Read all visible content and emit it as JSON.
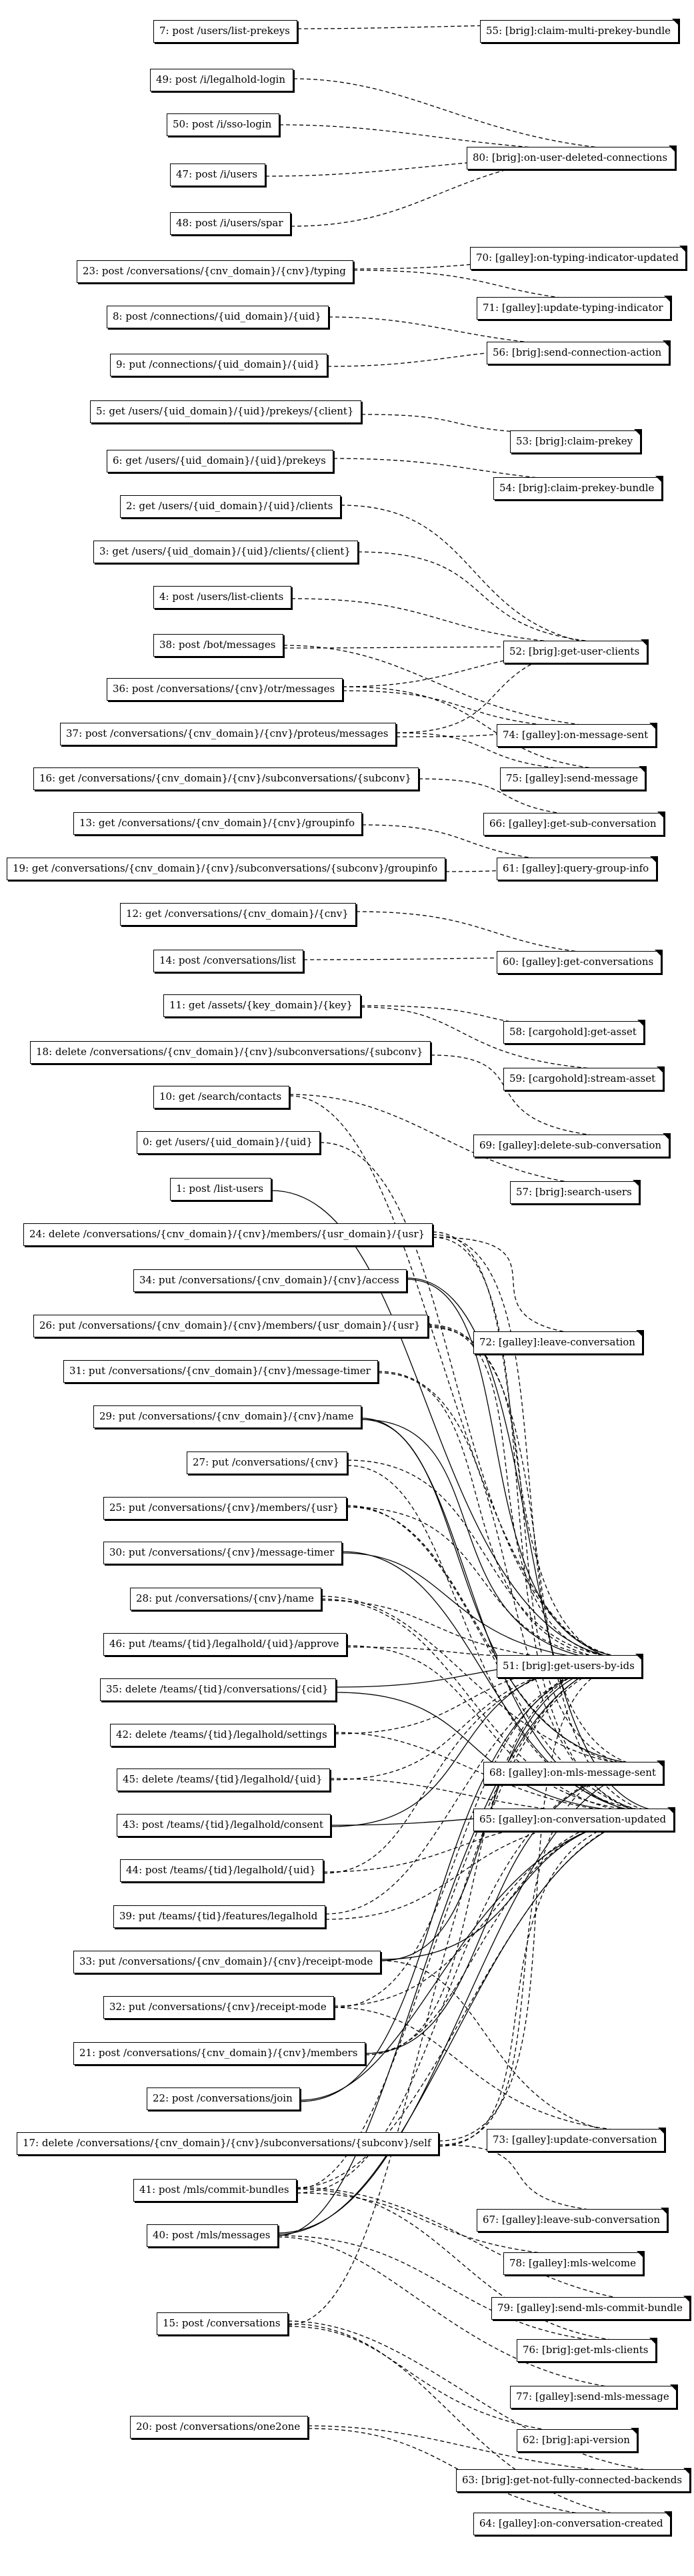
{
  "left_nodes": [
    {
      "id": 7,
      "label": "7: post /users/list-prekeys"
    },
    {
      "id": 49,
      "label": "49: post /i/legalhold-login"
    },
    {
      "id": 50,
      "label": "50: post /i/sso-login"
    },
    {
      "id": 47,
      "label": "47: post /i/users"
    },
    {
      "id": 48,
      "label": "48: post /i/users/spar"
    },
    {
      "id": 23,
      "label": "23: post /conversations/{cnv_domain}/{cnv}/typing"
    },
    {
      "id": 8,
      "label": "8: post /connections/{uid_domain}/{uid}"
    },
    {
      "id": 9,
      "label": "9: put /connections/{uid_domain}/{uid}"
    },
    {
      "id": 5,
      "label": "5: get /users/{uid_domain}/{uid}/prekeys/{client}"
    },
    {
      "id": 6,
      "label": "6: get /users/{uid_domain}/{uid}/prekeys"
    },
    {
      "id": 2,
      "label": "2: get /users/{uid_domain}/{uid}/clients"
    },
    {
      "id": 3,
      "label": "3: get /users/{uid_domain}/{uid}/clients/{client}"
    },
    {
      "id": 4,
      "label": "4: post /users/list-clients"
    },
    {
      "id": 38,
      "label": "38: post /bot/messages"
    },
    {
      "id": 36,
      "label": "36: post /conversations/{cnv}/otr/messages"
    },
    {
      "id": 37,
      "label": "37: post /conversations/{cnv_domain}/{cnv}/proteus/messages"
    },
    {
      "id": 16,
      "label": "16: get /conversations/{cnv_domain}/{cnv}/subconversations/{subconv}"
    },
    {
      "id": 13,
      "label": "13: get /conversations/{cnv_domain}/{cnv}/groupinfo"
    },
    {
      "id": 19,
      "label": "19: get /conversations/{cnv_domain}/{cnv}/subconversations/{subconv}/groupinfo"
    },
    {
      "id": 12,
      "label": "12: get /conversations/{cnv_domain}/{cnv}"
    },
    {
      "id": 14,
      "label": "14: post /conversations/list"
    },
    {
      "id": 11,
      "label": "11: get /assets/{key_domain}/{key}"
    },
    {
      "id": 18,
      "label": "18: delete /conversations/{cnv_domain}/{cnv}/subconversations/{subconv}"
    },
    {
      "id": 10,
      "label": "10: get /search/contacts"
    },
    {
      "id": 0,
      "label": "0: get /users/{uid_domain}/{uid}"
    },
    {
      "id": 1,
      "label": "1: post /list-users"
    },
    {
      "id": 24,
      "label": "24: delete /conversations/{cnv_domain}/{cnv}/members/{usr_domain}/{usr}"
    },
    {
      "id": 34,
      "label": "34: put /conversations/{cnv_domain}/{cnv}/access"
    },
    {
      "id": 26,
      "label": "26: put /conversations/{cnv_domain}/{cnv}/members/{usr_domain}/{usr}"
    },
    {
      "id": 31,
      "label": "31: put /conversations/{cnv_domain}/{cnv}/message-timer"
    },
    {
      "id": 29,
      "label": "29: put /conversations/{cnv_domain}/{cnv}/name"
    },
    {
      "id": 27,
      "label": "27: put /conversations/{cnv}"
    },
    {
      "id": 25,
      "label": "25: put /conversations/{cnv}/members/{usr}"
    },
    {
      "id": 30,
      "label": "30: put /conversations/{cnv}/message-timer"
    },
    {
      "id": 28,
      "label": "28: put /conversations/{cnv}/name"
    },
    {
      "id": 46,
      "label": "46: put /teams/{tid}/legalhold/{uid}/approve"
    },
    {
      "id": 35,
      "label": "35: delete /teams/{tid}/conversations/{cid}"
    },
    {
      "id": 42,
      "label": "42: delete /teams/{tid}/legalhold/settings"
    },
    {
      "id": 45,
      "label": "45: delete /teams/{tid}/legalhold/{uid}"
    },
    {
      "id": 43,
      "label": "43: post /teams/{tid}/legalhold/consent"
    },
    {
      "id": 44,
      "label": "44: post /teams/{tid}/legalhold/{uid}"
    },
    {
      "id": 39,
      "label": "39: put /teams/{tid}/features/legalhold"
    },
    {
      "id": 33,
      "label": "33: put /conversations/{cnv_domain}/{cnv}/receipt-mode"
    },
    {
      "id": 32,
      "label": "32: put /conversations/{cnv}/receipt-mode"
    },
    {
      "id": 21,
      "label": "21: post /conversations/{cnv_domain}/{cnv}/members"
    },
    {
      "id": 22,
      "label": "22: post /conversations/join"
    },
    {
      "id": 17,
      "label": "17: delete /conversations/{cnv_domain}/{cnv}/subconversations/{subconv}/self"
    },
    {
      "id": 41,
      "label": "41: post /mls/commit-bundles"
    },
    {
      "id": 40,
      "label": "40: post /mls/messages"
    },
    {
      "id": 15,
      "label": "15: post /conversations"
    },
    {
      "id": 20,
      "label": "20: post /conversations/one2one"
    }
  ],
  "right_nodes": [
    {
      "id": 55,
      "label": "55: [brig]:claim-multi-prekey-bundle"
    },
    {
      "id": 80,
      "label": "80: [brig]:on-user-deleted-connections"
    },
    {
      "id": 70,
      "label": "70: [galley]:on-typing-indicator-updated"
    },
    {
      "id": 71,
      "label": "71: [galley]:update-typing-indicator"
    },
    {
      "id": 56,
      "label": "56: [brig]:send-connection-action"
    },
    {
      "id": 53,
      "label": "53: [brig]:claim-prekey"
    },
    {
      "id": 54,
      "label": "54: [brig]:claim-prekey-bundle"
    },
    {
      "id": 52,
      "label": "52: [brig]:get-user-clients"
    },
    {
      "id": 74,
      "label": "74: [galley]:on-message-sent"
    },
    {
      "id": 75,
      "label": "75: [galley]:send-message"
    },
    {
      "id": 66,
      "label": "66: [galley]:get-sub-conversation"
    },
    {
      "id": 61,
      "label": "61: [galley]:query-group-info"
    },
    {
      "id": 60,
      "label": "60: [galley]:get-conversations"
    },
    {
      "id": 58,
      "label": "58: [cargohold]:get-asset"
    },
    {
      "id": 59,
      "label": "59: [cargohold]:stream-asset"
    },
    {
      "id": 69,
      "label": "69: [galley]:delete-sub-conversation"
    },
    {
      "id": 57,
      "label": "57: [brig]:search-users"
    },
    {
      "id": 72,
      "label": "72: [galley]:leave-conversation"
    },
    {
      "id": 51,
      "label": "51: [brig]:get-users-by-ids"
    },
    {
      "id": 68,
      "label": "68: [galley]:on-mls-message-sent"
    },
    {
      "id": 65,
      "label": "65: [galley]:on-conversation-updated"
    },
    {
      "id": 73,
      "label": "73: [galley]:update-conversation"
    },
    {
      "id": 67,
      "label": "67: [galley]:leave-sub-conversation"
    },
    {
      "id": 78,
      "label": "78: [galley]:mls-welcome"
    },
    {
      "id": 79,
      "label": "79: [galley]:send-mls-commit-bundle"
    },
    {
      "id": 76,
      "label": "76: [brig]:get-mls-clients"
    },
    {
      "id": 77,
      "label": "77: [galley]:send-mls-message"
    },
    {
      "id": 62,
      "label": "62: [brig]:api-version"
    },
    {
      "id": 63,
      "label": "63: [brig]:get-not-fully-connected-backends"
    },
    {
      "id": 64,
      "label": "64: [galley]:on-conversation-created"
    }
  ],
  "edges": [
    [
      7,
      55
    ],
    [
      49,
      80
    ],
    [
      50,
      80
    ],
    [
      47,
      80
    ],
    [
      48,
      80
    ],
    [
      23,
      70
    ],
    [
      23,
      71
    ],
    [
      8,
      56
    ],
    [
      9,
      56
    ],
    [
      5,
      53
    ],
    [
      6,
      54
    ],
    [
      2,
      52
    ],
    [
      3,
      52
    ],
    [
      4,
      52
    ],
    [
      38,
      52
    ],
    [
      36,
      52
    ],
    [
      37,
      52
    ],
    [
      38,
      74
    ],
    [
      36,
      74
    ],
    [
      37,
      74
    ],
    [
      36,
      75
    ],
    [
      37,
      75
    ],
    [
      16,
      66
    ],
    [
      13,
      61
    ],
    [
      19,
      61
    ],
    [
      12,
      60
    ],
    [
      14,
      60
    ],
    [
      11,
      58
    ],
    [
      11,
      59
    ],
    [
      18,
      69
    ],
    [
      10,
      57
    ],
    [
      10,
      51
    ],
    [
      0,
      51
    ],
    [
      1,
      51
    ],
    [
      24,
      72
    ],
    [
      24,
      51
    ],
    [
      34,
      51
    ],
    [
      26,
      51
    ],
    [
      31,
      51
    ],
    [
      29,
      51
    ],
    [
      27,
      51
    ],
    [
      25,
      51
    ],
    [
      30,
      51
    ],
    [
      28,
      51
    ],
    [
      46,
      51
    ],
    [
      35,
      51
    ],
    [
      42,
      51
    ],
    [
      45,
      51
    ],
    [
      43,
      51
    ],
    [
      44,
      51
    ],
    [
      39,
      51
    ],
    [
      33,
      51
    ],
    [
      32,
      51
    ],
    [
      21,
      51
    ],
    [
      22,
      51
    ],
    [
      17,
      51
    ],
    [
      41,
      51
    ],
    [
      40,
      51
    ],
    [
      15,
      51
    ],
    [
      24,
      65
    ],
    [
      34,
      65
    ],
    [
      26,
      65
    ],
    [
      31,
      65
    ],
    [
      29,
      65
    ],
    [
      27,
      65
    ],
    [
      25,
      65
    ],
    [
      30,
      65
    ],
    [
      28,
      65
    ],
    [
      46,
      65
    ],
    [
      35,
      65
    ],
    [
      42,
      65
    ],
    [
      45,
      65
    ],
    [
      43,
      65
    ],
    [
      44,
      65
    ],
    [
      39,
      65
    ],
    [
      33,
      65
    ],
    [
      32,
      65
    ],
    [
      21,
      65
    ],
    [
      22,
      65
    ],
    [
      17,
      65
    ],
    [
      41,
      65
    ],
    [
      40,
      65
    ],
    [
      24,
      68
    ],
    [
      26,
      68
    ],
    [
      29,
      68
    ],
    [
      28,
      68
    ],
    [
      25,
      68
    ],
    [
      21,
      68
    ],
    [
      17,
      68
    ],
    [
      41,
      68
    ],
    [
      40,
      68
    ],
    [
      33,
      73
    ],
    [
      32,
      73
    ],
    [
      17,
      67
    ],
    [
      41,
      78
    ],
    [
      41,
      79
    ],
    [
      41,
      76
    ],
    [
      40,
      76
    ],
    [
      40,
      77
    ],
    [
      15,
      62
    ],
    [
      15,
      63
    ],
    [
      20,
      63
    ],
    [
      15,
      64
    ],
    [
      20,
      64
    ]
  ]
}
